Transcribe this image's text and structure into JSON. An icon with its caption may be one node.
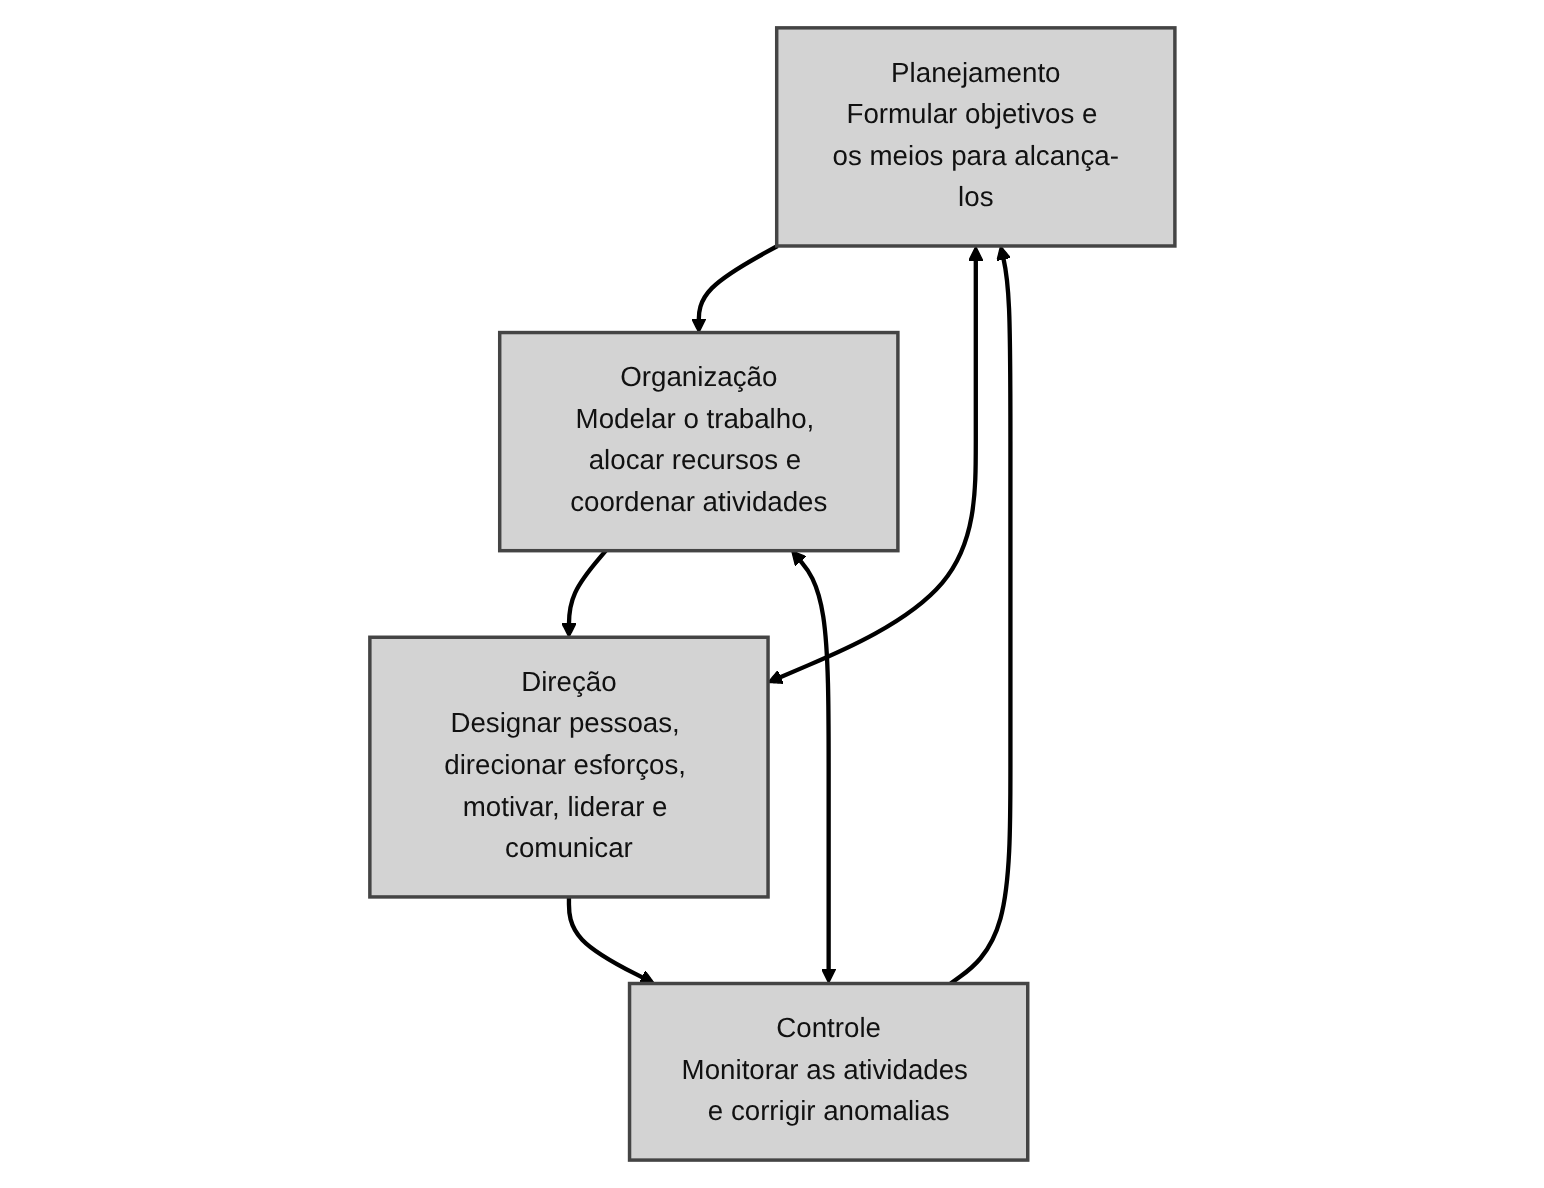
{
  "diagram": {
    "nodes": [
      {
        "text": [
          "Planejamento",
          "Formular objetivos e os meios para alcança-los"
        ]
      },
      {
        "text": [
          "Organização",
          "Modelar o trabalho, alocar recursos e coordenar atividades"
        ]
      },
      {
        "text": [
          "Direção",
          "Designar pessoas, direcionar esforços, motivar, liderar e comunicar"
        ]
      },
      {
        "text": [
          "Controle",
          "Monitorar as atividades e corrigir anomalias"
        ]
      }
    ],
    "edges": [
      {
        "from": 0,
        "to": 1,
        "arrow": "to"
      },
      {
        "from": 1,
        "to": 2,
        "arrow": "to"
      },
      {
        "from": 2,
        "to": 3,
        "arrow": "to"
      },
      {
        "from": 3,
        "to": 0,
        "arrow": "to"
      },
      {
        "from": 0,
        "to": 2,
        "arrow": "both"
      },
      {
        "from": 3,
        "to": 1,
        "arrow": "both"
      }
    ]
  }
}
